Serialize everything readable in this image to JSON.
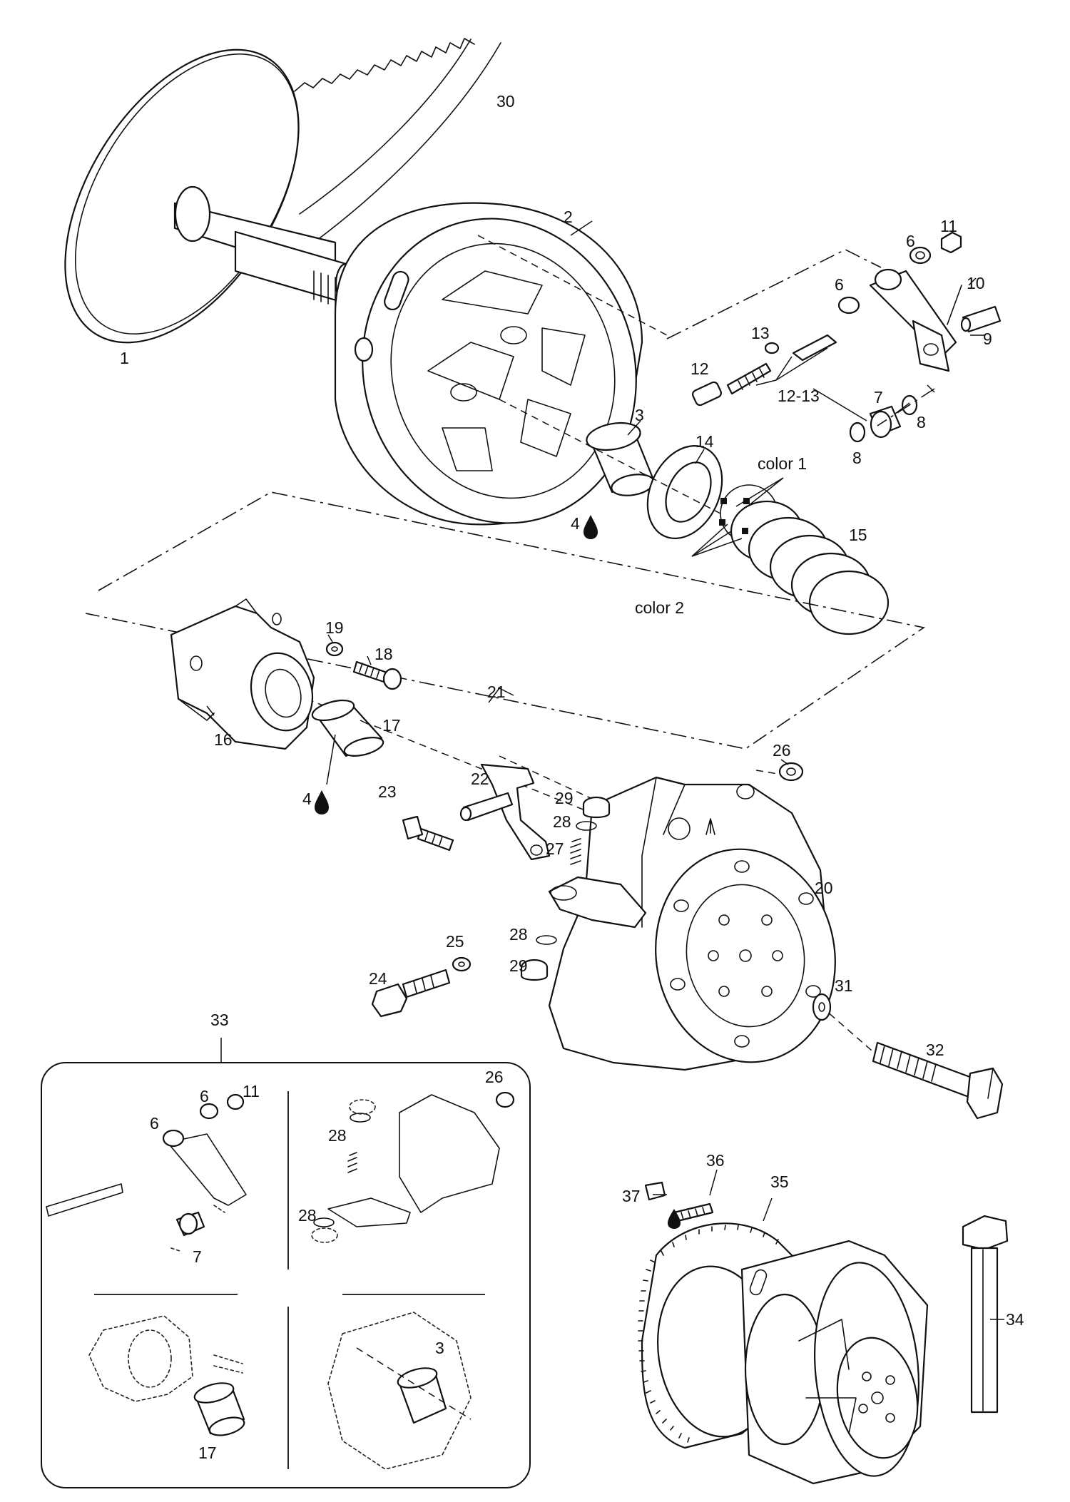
{
  "callouts": {
    "c1": "1",
    "c2": "2",
    "c3": "3",
    "c4a": "4",
    "c4b": "4",
    "c6a": "6",
    "c6b": "6",
    "c7": "7",
    "c8a": "8",
    "c8b": "8",
    "c9": "9",
    "c10": "10",
    "c11": "11",
    "c12": "12",
    "c13": "13",
    "c12_13": "12-13",
    "c14": "14",
    "c15": "15",
    "c16": "16",
    "c17": "17",
    "c18": "18",
    "c19": "19",
    "c20": "20",
    "c21": "21",
    "c22": "22",
    "c23": "23",
    "c24": "24",
    "c25": "25",
    "c26": "26",
    "c27": "27",
    "c28a": "28",
    "c28b": "28",
    "c29a": "29",
    "c29b": "29",
    "c30": "30",
    "c31": "31",
    "c32": "32",
    "c33": "33",
    "c34": "34",
    "c35": "35",
    "c36": "36",
    "c37": "37",
    "color1": "color 1",
    "color2": "color 2"
  },
  "inset": {
    "c6a": "6",
    "c6b": "6",
    "c11": "11",
    "c7": "7",
    "c26": "26",
    "c28a": "28",
    "c28b": "28",
    "c3": "3",
    "c17": "17"
  },
  "icons": {
    "lubricant": "oil-drop-icon"
  }
}
